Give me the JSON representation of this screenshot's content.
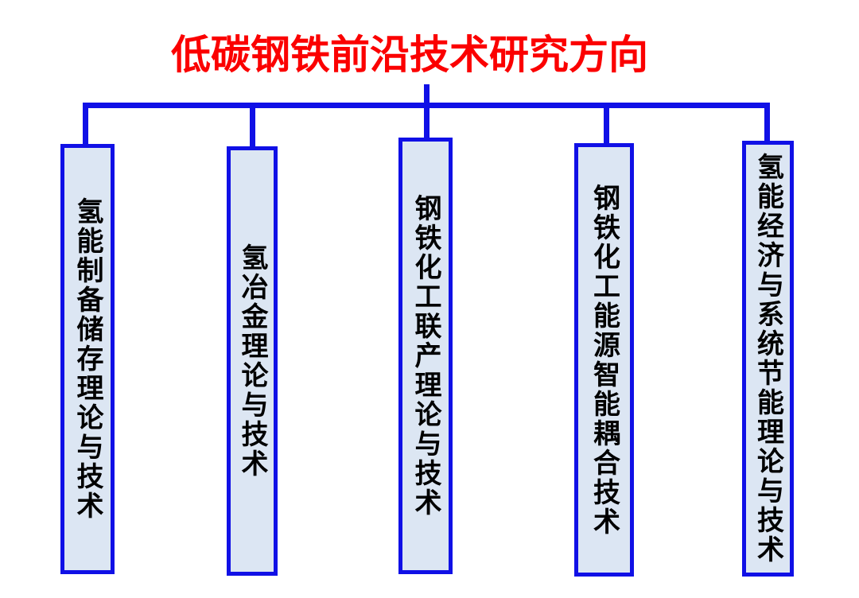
{
  "title": {
    "text": "低碳钢铁前沿技术研究方向"
  },
  "branches": [
    {
      "label": "氢能制备储存理论与技术"
    },
    {
      "label": "氢冶金理论与技术"
    },
    {
      "label": "钢铁化工联产理论与技术"
    },
    {
      "label": "钢铁化工能源智能耦合技术"
    },
    {
      "label": "氢能经济与系统节能理论与技术"
    }
  ],
  "colors": {
    "title": "#fb0000",
    "line": "#1010e6",
    "box_border": "#1010e6",
    "box_fill": "#dce6f3",
    "text": "#000000",
    "background": "#ffffff"
  }
}
